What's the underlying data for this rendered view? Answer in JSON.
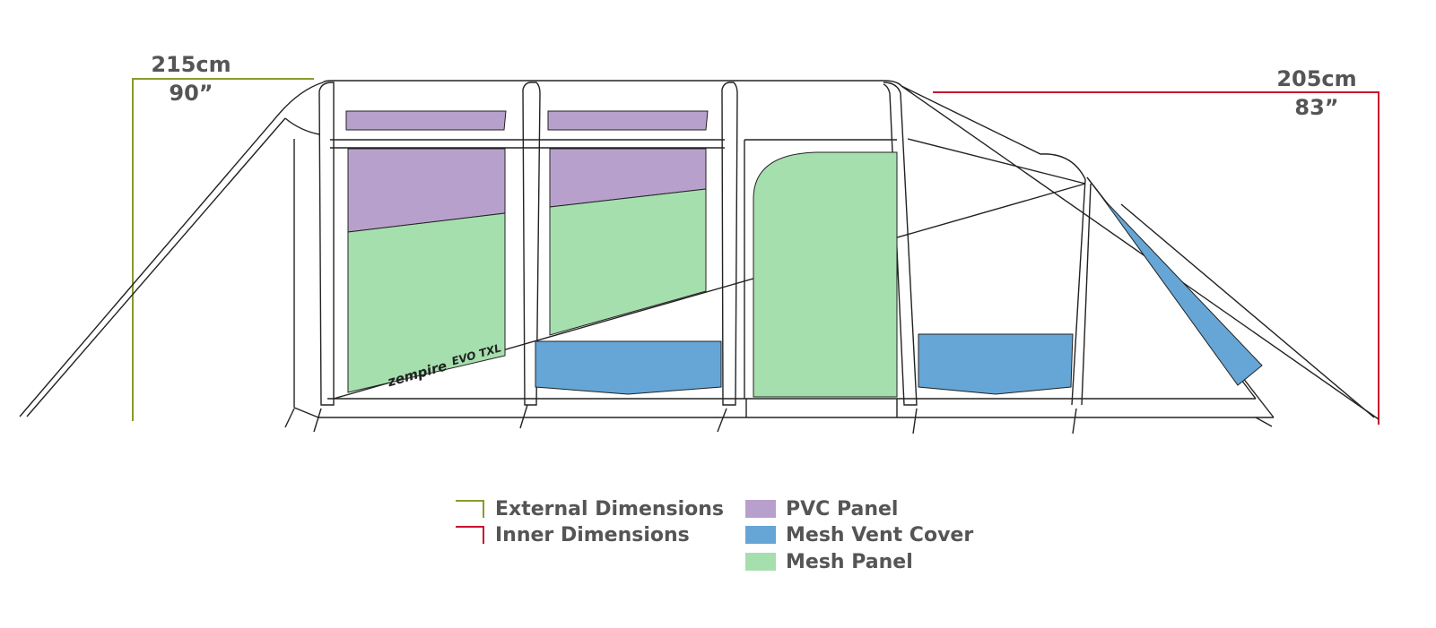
{
  "dimensions": {
    "external": {
      "cm": "215cm",
      "inch": "90”"
    },
    "inner": {
      "cm": "205cm",
      "inch": "83”"
    }
  },
  "logo": {
    "brand": "zempire",
    "model": "EVO TXL"
  },
  "legend": {
    "line_items": [
      {
        "label": "External Dimensions",
        "color": "#8a9a2c"
      },
      {
        "label": "Inner Dimensions",
        "color": "#c8102e"
      }
    ],
    "panel_items": [
      {
        "label": "PVC Panel",
        "color": "#b8a0cc"
      },
      {
        "label": "Mesh Vent Cover",
        "color": "#66a6d6"
      },
      {
        "label": "Mesh Panel",
        "color": "#a6dfae"
      }
    ]
  }
}
